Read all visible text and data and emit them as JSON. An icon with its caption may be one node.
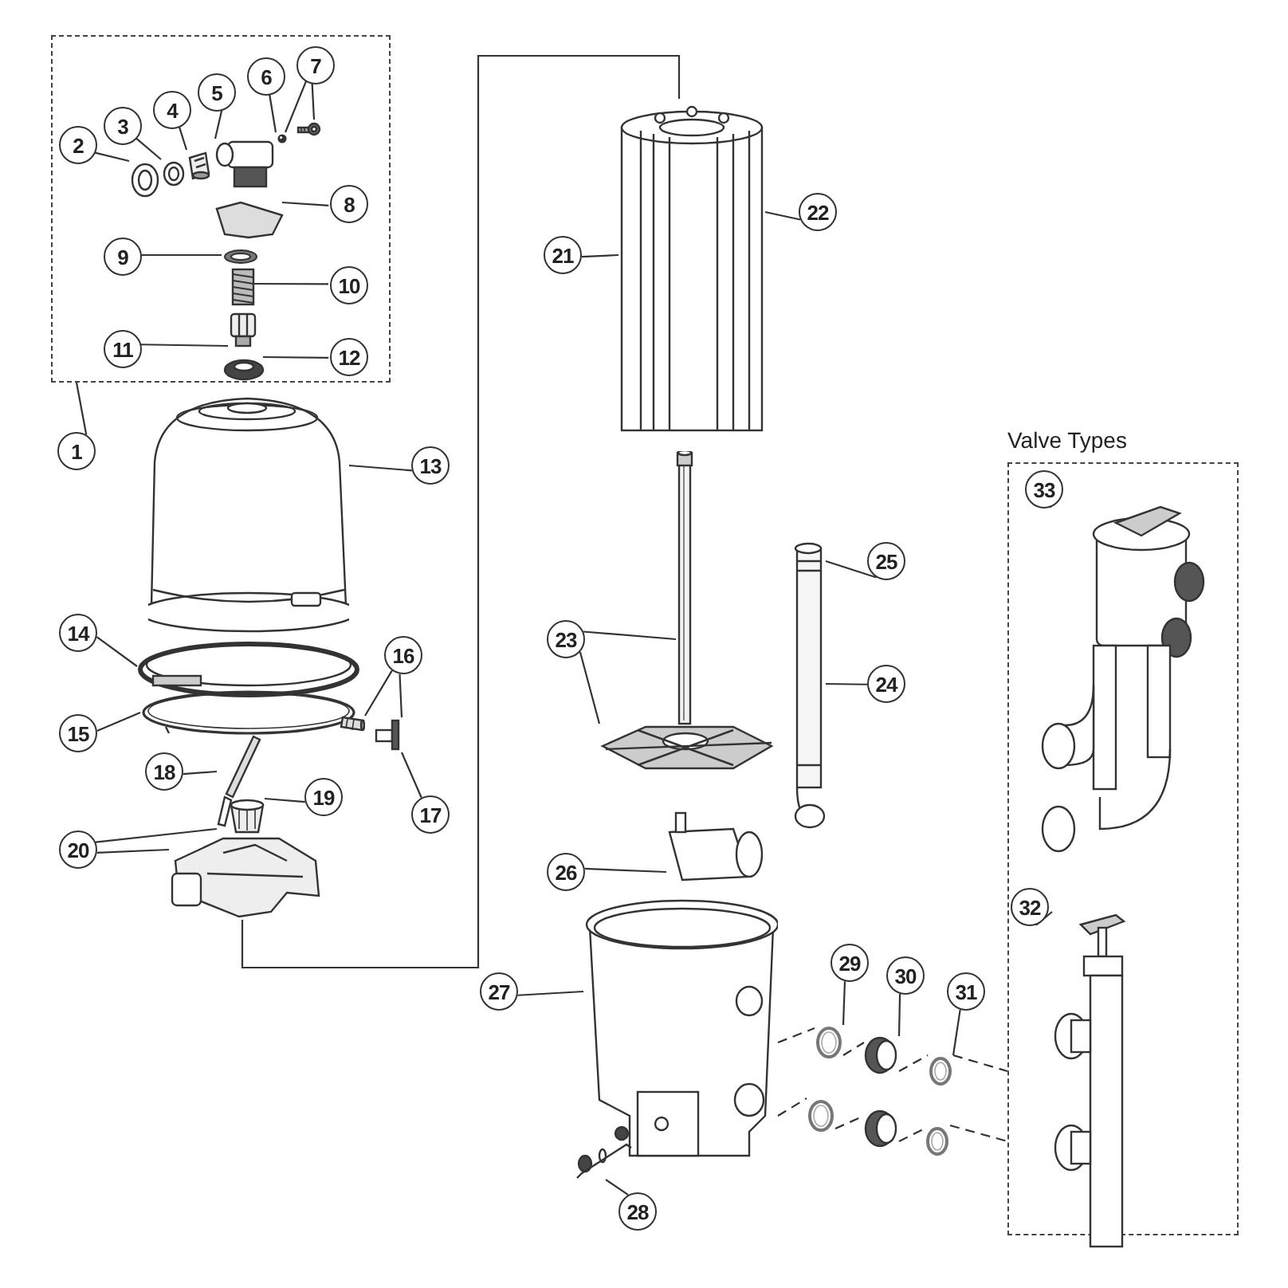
{
  "diagram": {
    "nodes": [
      {
        "text": [],
        "shape": "box"
      },
      {
        "text": [
          "1"
        ]
      },
      {
        "text": [
          "2"
        ],
        "in": 0
      },
      {
        "text": [
          "3"
        ],
        "in": 0
      },
      {
        "text": [
          "4"
        ],
        "in": 0
      },
      {
        "text": [
          "5"
        ],
        "in": 0
      },
      {
        "text": [
          "6"
        ],
        "in": 0
      },
      {
        "text": [
          "7"
        ],
        "in": 0
      },
      {
        "text": [
          "8"
        ],
        "in": 0
      },
      {
        "text": [
          "9"
        ],
        "in": 0
      },
      {
        "text": [
          "10"
        ],
        "in": 0
      },
      {
        "text": [
          "11"
        ],
        "in": 0
      },
      {
        "text": [
          "12"
        ],
        "in": 0
      },
      {
        "text": [
          "13"
        ]
      },
      {
        "text": [
          "14"
        ]
      },
      {
        "text": [
          "15"
        ]
      },
      {
        "text": [
          "16"
        ]
      },
      {
        "text": [
          "17"
        ]
      },
      {
        "text": [
          "18"
        ]
      },
      {
        "text": [
          "19"
        ]
      },
      {
        "text": [
          "20"
        ]
      },
      {
        "text": [
          "21"
        ]
      },
      {
        "text": [
          "22"
        ]
      },
      {
        "text": [
          "23"
        ]
      },
      {
        "text": [
          "24"
        ]
      },
      {
        "text": [
          "25"
        ]
      },
      {
        "text": [
          "26"
        ]
      },
      {
        "text": [
          "27"
        ]
      },
      {
        "text": [
          "28"
        ]
      },
      {
        "text": [
          "29"
        ]
      },
      {
        "text": [
          "30"
        ]
      },
      {
        "text": [
          "31"
        ]
      },
      {
        "text": [
          "Valve Types"
        ]
      },
      {
        "text": [
          "33"
        ],
        "in": 32
      },
      {
        "text": [
          "32"
        ],
        "in": 32
      },
      {
        "text": [],
        "shape": "picture",
        "in": 0
      },
      {
        "text": [],
        "shape": "picture",
        "in": 0
      },
      {
        "text": [],
        "shape": "picture",
        "in": 0
      },
      {
        "text": [],
        "shape": "picture",
        "in": 0
      },
      {
        "text": [],
        "shape": "picture",
        "in": 0
      },
      {
        "text": [],
        "shape": "picture",
        "in": 0
      },
      {
        "text": [],
        "shape": "picture",
        "in": 0
      },
      {
        "text": [],
        "shape": "picture",
        "in": 0
      },
      {
        "text": [],
        "shape": "picture",
        "in": 0
      },
      {
        "text": [],
        "shape": "picture",
        "in": 0
      },
      {
        "text": [],
        "shape": "picture",
        "in": 0
      },
      {
        "text": [],
        "shape": "picture"
      },
      {
        "text": [],
        "shape": "picture"
      },
      {
        "text": [],
        "shape": "picture"
      },
      {
        "text": [],
        "shape": "picture"
      },
      {
        "text": [],
        "shape": "picture"
      },
      {
        "text": [],
        "shape": "picture"
      },
      {
        "text": [],
        "shape": "picture"
      },
      {
        "text": [],
        "shape": "picture"
      },
      {
        "text": [],
        "shape": "picture"
      },
      {
        "text": [],
        "shape": "picture"
      },
      {
        "text": [],
        "shape": "picture"
      },
      {
        "text": [],
        "shape": "picture"
      },
      {
        "text": [],
        "shape": "picture"
      },
      {
        "text": [],
        "shape": "picture"
      },
      {
        "text": [],
        "shape": "picture"
      },
      {
        "text": [],
        "shape": "picture"
      },
      {
        "text": [],
        "shape": "picture"
      },
      {
        "text": [],
        "shape": "picture"
      },
      {
        "text": [],
        "shape": "picture"
      },
      {
        "text": [],
        "shape": "picture"
      },
      {
        "text": [],
        "shape": "picture"
      },
      {
        "text": [],
        "shape": "picture",
        "in": 32
      },
      {
        "text": [],
        "shape": "picture",
        "in": 32
      }
    ],
    "edges": [
      {
        "from": 1,
        "to": 0,
        "arrow": "none"
      },
      {
        "from": 2,
        "to": 35,
        "arrow": "none"
      },
      {
        "from": 3,
        "to": 36,
        "arrow": "none"
      },
      {
        "from": 4,
        "to": 37,
        "arrow": "none"
      },
      {
        "from": 5,
        "to": 38,
        "arrow": "none"
      },
      {
        "from": 6,
        "to": 39,
        "arrow": "none"
      },
      {
        "from": 7,
        "to": 39,
        "arrow": "none"
      },
      {
        "from": 7,
        "to": 40,
        "arrow": "none"
      },
      {
        "from": 8,
        "to": 41,
        "arrow": "none"
      },
      {
        "from": 9,
        "to": 42,
        "arrow": "none"
      },
      {
        "from": 10,
        "to": 43,
        "arrow": "none"
      },
      {
        "from": 11,
        "to": 44,
        "arrow": "none"
      },
      {
        "from": 12,
        "to": 45,
        "arrow": "none"
      },
      {
        "from": 13,
        "to": 46,
        "arrow": "none"
      },
      {
        "from": 14,
        "to": 47,
        "arrow": "none"
      },
      {
        "from": 15,
        "to": 48,
        "arrow": "none"
      },
      {
        "from": 16,
        "to": 49,
        "arrow": "none"
      },
      {
        "from": 16,
        "to": 50,
        "arrow": "none"
      },
      {
        "from": 17,
        "to": 50,
        "arrow": "none"
      },
      {
        "from": 18,
        "to": 51,
        "arrow": "none"
      },
      {
        "from": 19,
        "to": 52,
        "arrow": "none"
      },
      {
        "from": 20,
        "to": 51,
        "arrow": "none"
      },
      {
        "from": 20,
        "to": 53,
        "arrow": "none"
      },
      {
        "from": 21,
        "to": 54,
        "arrow": "none"
      },
      {
        "from": 22,
        "to": 54,
        "arrow": "none"
      },
      {
        "from": 23,
        "to": 55,
        "arrow": "none"
      },
      {
        "from": 23,
        "to": 56,
        "arrow": "none"
      },
      {
        "from": 24,
        "to": 57,
        "arrow": "none"
      },
      {
        "from": 25,
        "to": 57,
        "arrow": "none"
      },
      {
        "from": 26,
        "to": 58,
        "arrow": "none"
      },
      {
        "from": 27,
        "to": 59,
        "arrow": "none"
      },
      {
        "from": 28,
        "to": 60,
        "arrow": "none"
      },
      {
        "from": 29,
        "to": 61,
        "arrow": "none"
      },
      {
        "from": 30,
        "to": 62,
        "arrow": "none"
      },
      {
        "from": 31,
        "to": 63,
        "arrow": "none"
      },
      {
        "from": 33,
        "to": 67,
        "arrow": "none"
      },
      {
        "from": 34,
        "to": 68,
        "arrow": "none"
      },
      {
        "from": 53,
        "to": 54,
        "arrow": "none"
      },
      {
        "from": 59,
        "to": 61,
        "arrow": "none",
        "style": "dashed"
      },
      {
        "from": 61,
        "to": 62,
        "arrow": "none",
        "style": "dashed"
      },
      {
        "from": 62,
        "to": 63,
        "arrow": "none",
        "style": "dashed"
      },
      {
        "from": 63,
        "to": 32,
        "arrow": "none",
        "style": "dashed"
      },
      {
        "from": 59,
        "to": 64,
        "arrow": "none",
        "style": "dashed"
      },
      {
        "from": 64,
        "to": 65,
        "arrow": "none",
        "style": "dashed"
      },
      {
        "from": 65,
        "to": 66,
        "arrow": "none",
        "style": "dashed"
      },
      {
        "from": 66,
        "to": 32,
        "arrow": "none",
        "style": "dashed"
      }
    ]
  }
}
